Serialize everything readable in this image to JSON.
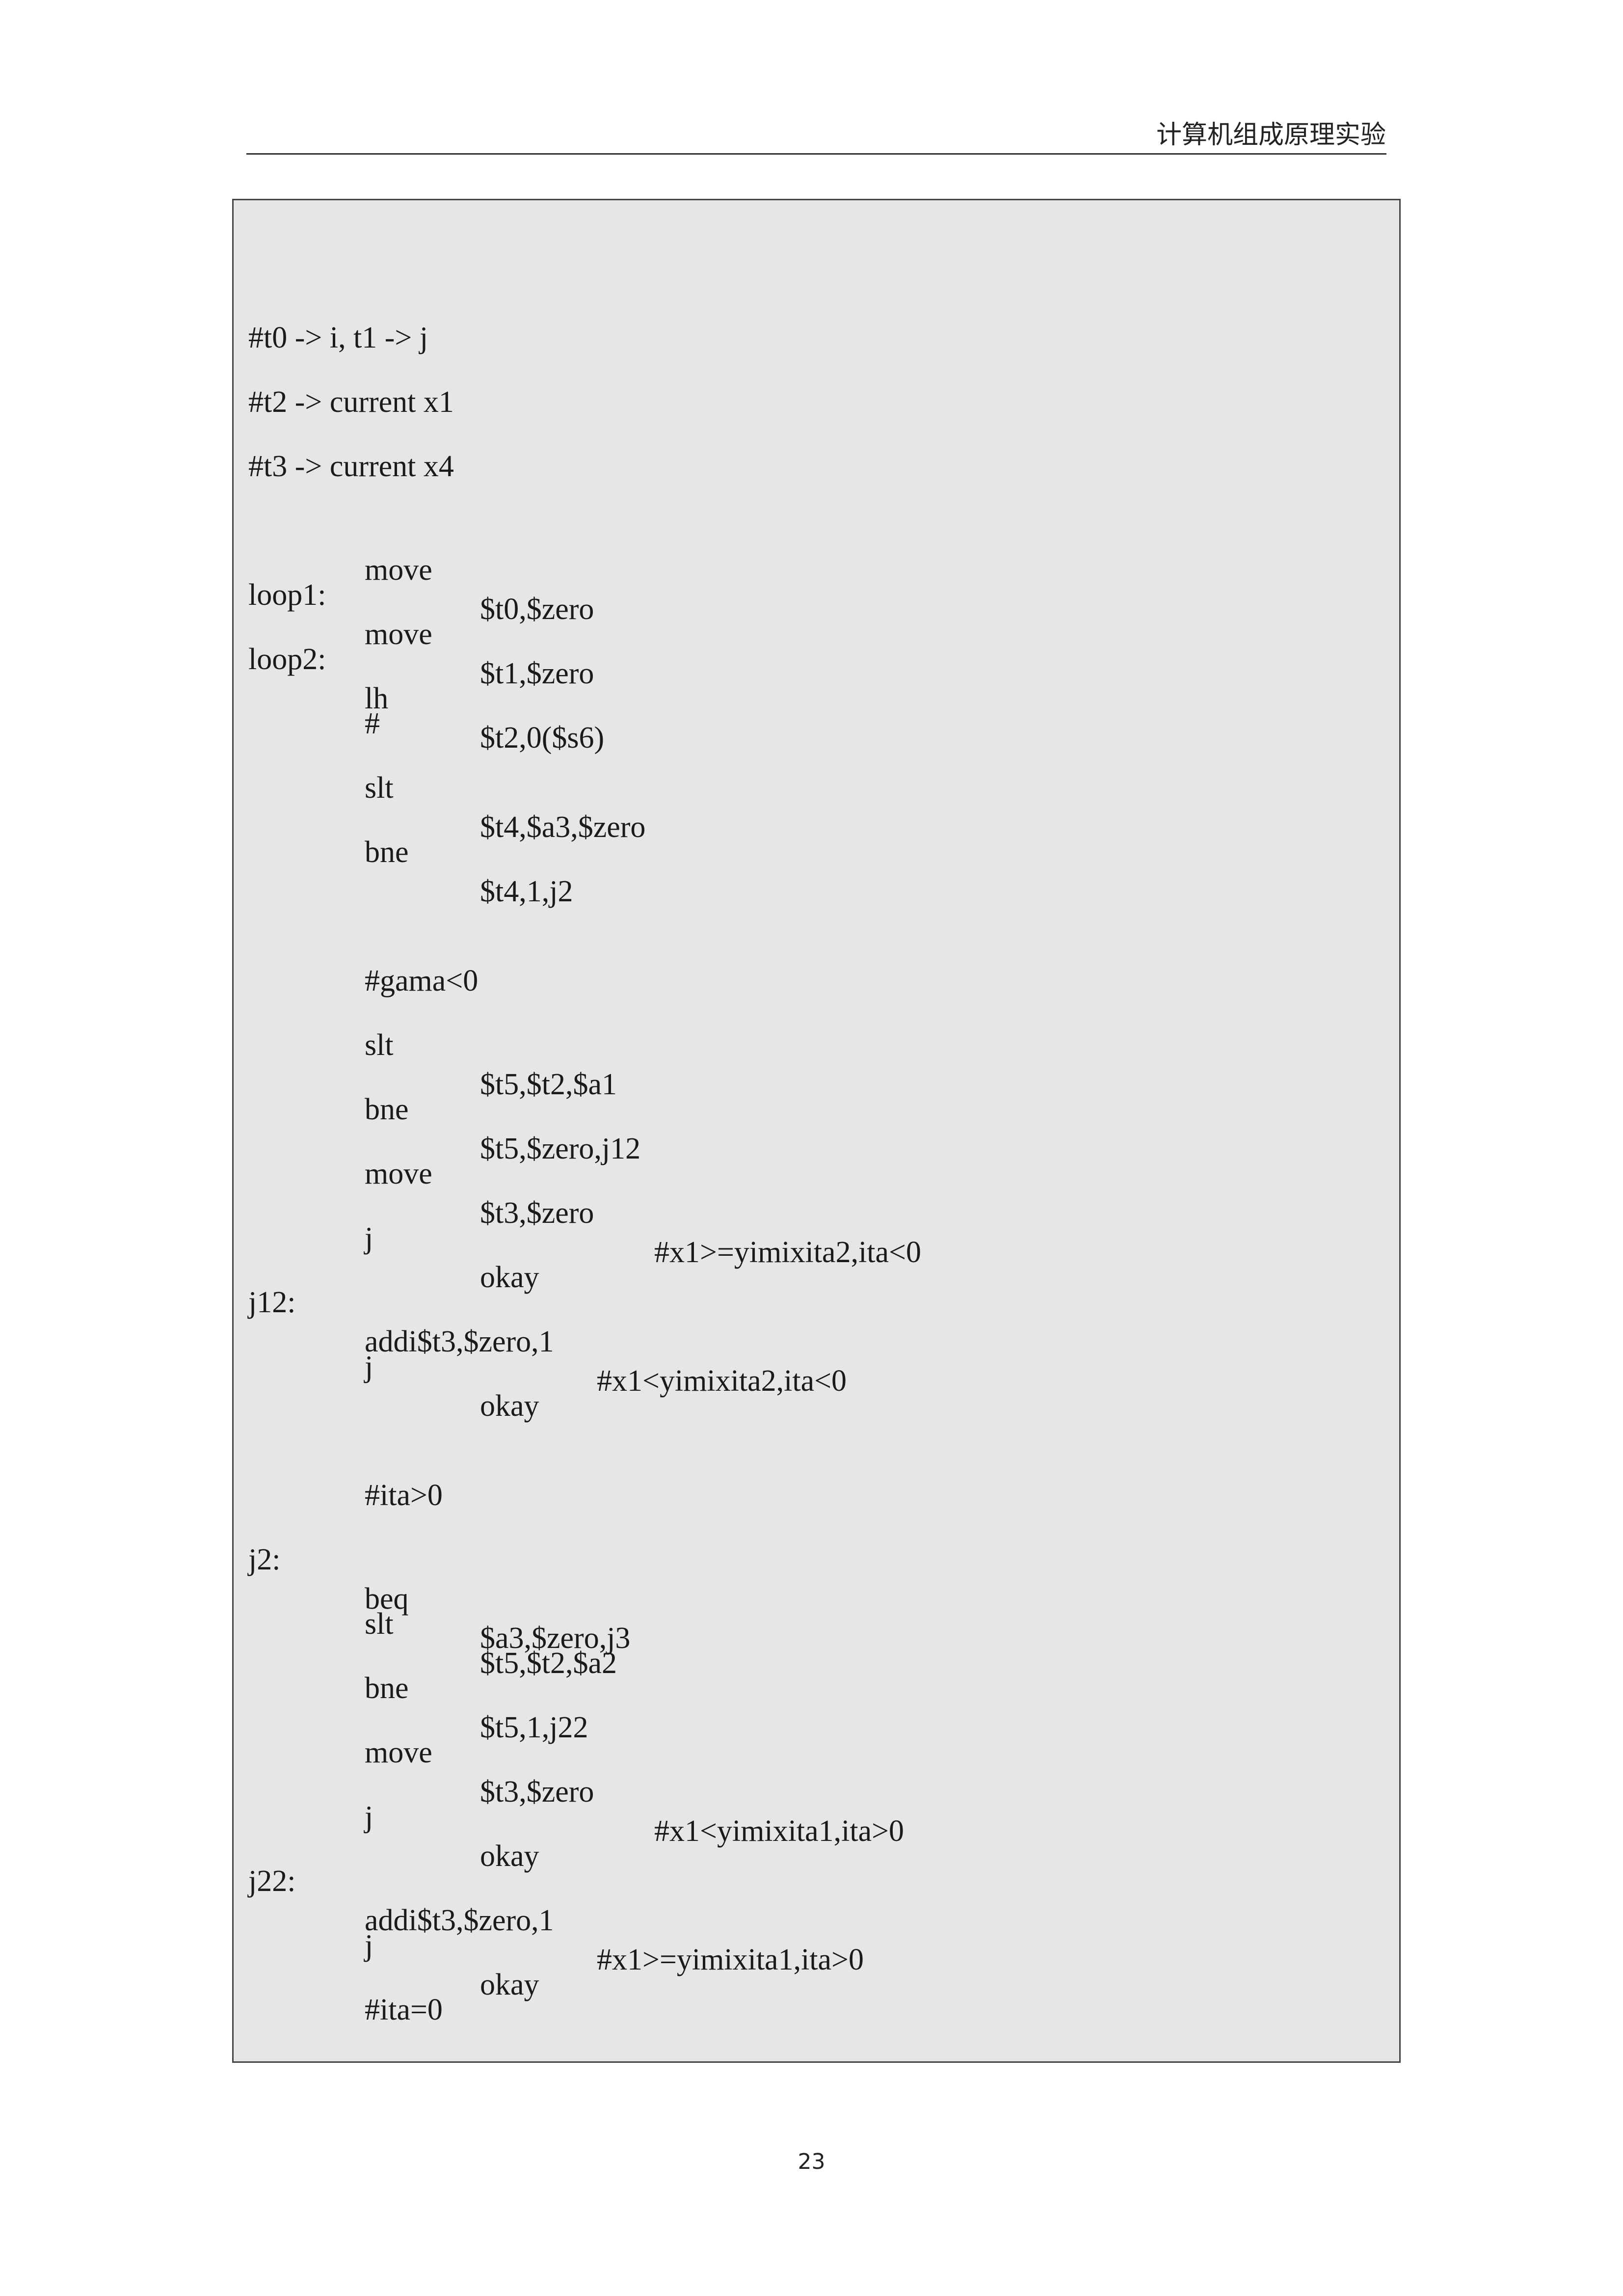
{
  "header": {
    "title": "计算机组成原理实验"
  },
  "code": {
    "comments_top": [
      "#t0 -> i, t1 -> j",
      "#t2 -> current x1",
      "#t3 -> current x4"
    ],
    "lines": [
      {
        "label": "",
        "op": "move",
        "args": "$t0,$zero",
        "comment": ""
      },
      {
        "label": "loop1:",
        "op": "move",
        "args": "$t1,$zero",
        "comment": ""
      },
      {
        "label": "loop2:",
        "op": "lh",
        "args": "$t2,0($s6)",
        "comment": ""
      },
      {
        "label": "",
        "op": "#",
        "args": "",
        "comment": ""
      },
      {
        "label": "",
        "op": "slt",
        "args": "$t4,$a3,$zero",
        "comment": ""
      },
      {
        "label": "",
        "op": "bne",
        "args": "$t4,1,j2",
        "comment": ""
      },
      {
        "label": "",
        "op": "#gama<0",
        "args": "",
        "comment": ""
      },
      {
        "label": "",
        "op": "slt",
        "args": "$t5,$t2,$a1",
        "comment": ""
      },
      {
        "label": "",
        "op": "bne",
        "args": "$t5,$zero,j12",
        "comment": ""
      },
      {
        "label": "",
        "op": "move",
        "args": "$t3,$zero",
        "comment": "#x1>=yimixita2,ita<0"
      },
      {
        "label": "",
        "op": "j",
        "args": "okay",
        "comment": ""
      },
      {
        "label": "j12:",
        "op": "addi$t3,$zero,1",
        "args": "",
        "comment": "#x1<yimixita2,ita<0"
      },
      {
        "label": "",
        "op": "j",
        "args": "okay",
        "comment": ""
      },
      {
        "label": "",
        "op": "#ita>0",
        "args": "",
        "comment": ""
      },
      {
        "label": "j2:",
        "op": "beq",
        "args": "$a3,$zero,j3",
        "comment": ""
      },
      {
        "label": "",
        "op": "slt",
        "args": "$t5,$t2,$a2",
        "comment": ""
      },
      {
        "label": "",
        "op": "bne",
        "args": "$t5,1,j22",
        "comment": ""
      },
      {
        "label": "",
        "op": "move",
        "args": "$t3,$zero",
        "comment": "#x1<yimixita1,ita>0"
      },
      {
        "label": "",
        "op": "j",
        "args": "okay",
        "comment": ""
      },
      {
        "label": "j22:",
        "op": "addi$t3,$zero,1",
        "args": "",
        "comment": "#x1>=yimixita1,ita>0"
      },
      {
        "label": "",
        "op": "j",
        "args": "okay",
        "comment": ""
      },
      {
        "label": "",
        "op": "#ita=0",
        "args": "",
        "comment": ""
      }
    ]
  },
  "footer": {
    "page_number": "23"
  }
}
